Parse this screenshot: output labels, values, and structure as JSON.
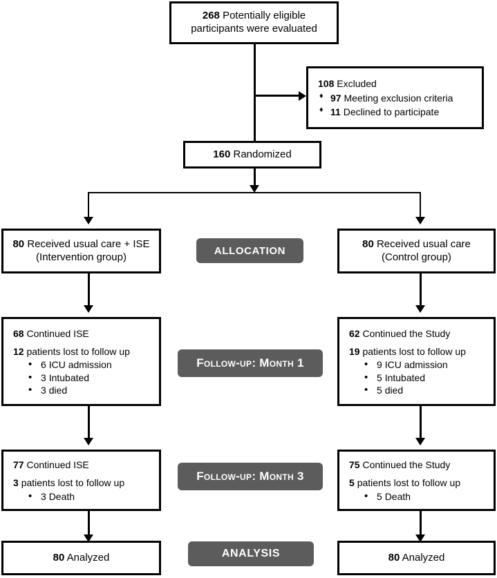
{
  "diagram": {
    "type": "CONSORT participant flow diagram",
    "colors": {
      "box_border": "#000000",
      "box_fill": "#ffffff",
      "stage_label_fill": "#5c5c5c",
      "stage_label_text": "#ffffff",
      "connector": "#000000"
    }
  },
  "enrollment": {
    "screened": {
      "count": "268",
      "line1_count": "268",
      "line1_text": "Potentially eligible",
      "line2_text": "participants were  evaluated"
    },
    "excluded": {
      "count": "108",
      "title_count": "108",
      "title_text": "Excluded",
      "reasons": [
        {
          "count": "97",
          "text": "Meeting exclusion criteria"
        },
        {
          "count": "11",
          "text": "Declined to participate"
        }
      ]
    },
    "randomized": {
      "count": "160",
      "label": "Randomized"
    }
  },
  "stage_labels": {
    "allocation": "ALLOCATION",
    "followup_month1": "Follow-up: Month 1",
    "followup_month3": "Follow-up: Month 3",
    "analysis": "ANALYSIS"
  },
  "arms": {
    "intervention": {
      "allocation": {
        "count": "80",
        "line1_text": "Received usual care + ISE",
        "line2_text": "(Intervention group)"
      },
      "followup_month1": {
        "continued_count": "68",
        "continued_text": "Continued ISE",
        "lost_count": "12",
        "lost_text": "patients lost to follow up",
        "reasons": [
          {
            "count": "6",
            "text": "ICU  admission"
          },
          {
            "count": "3",
            "text": "Intubated"
          },
          {
            "count": "3",
            "text": "died"
          }
        ]
      },
      "followup_month3": {
        "continued_count": "77",
        "continued_text": "Continued ISE",
        "lost_count": "3",
        "lost_text": "patients lost to follow up",
        "reasons": [
          {
            "count": "3",
            "text": "Death"
          }
        ]
      },
      "analysis": {
        "count": "80",
        "label": "Analyzed"
      }
    },
    "control": {
      "allocation": {
        "count": "80",
        "line1_text": "Received usual care",
        "line2_text": "(Control group)"
      },
      "followup_month1": {
        "continued_count": "62",
        "continued_text": "Continued the Study",
        "lost_count": "19",
        "lost_text": "patients lost to follow up",
        "reasons": [
          {
            "count": "9",
            "text": "ICU  admission"
          },
          {
            "count": "5",
            "text": "Intubated"
          },
          {
            "count": "5",
            "text": "died"
          }
        ]
      },
      "followup_month3": {
        "continued_count": "75",
        "continued_text": "Continued the Study",
        "lost_count": "5",
        "lost_text": "patients lost to follow up",
        "reasons": [
          {
            "count": "5",
            "text": "Death"
          }
        ]
      },
      "analysis": {
        "count": "80",
        "label": "Analyzed"
      }
    }
  }
}
